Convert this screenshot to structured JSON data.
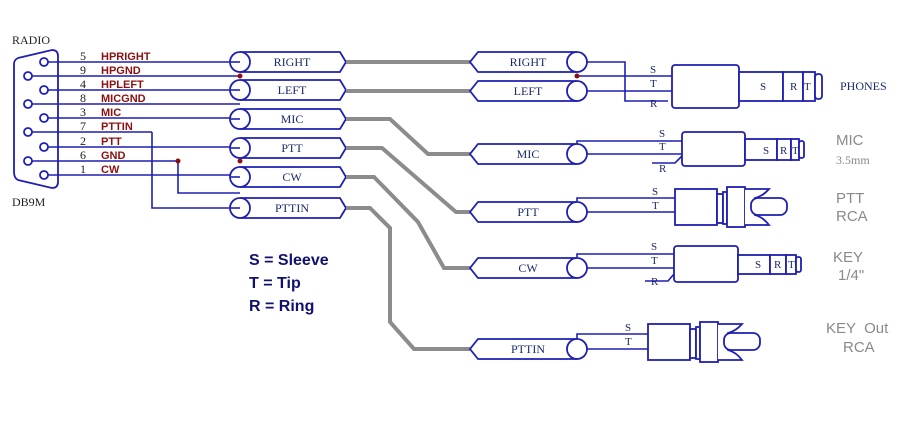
{
  "diagram": {
    "title_label": "RADIO",
    "connector_label": "DB9M",
    "colors": {
      "wire": "#1f1fb4",
      "cable": "#8c8c8c",
      "pin_label": "#8b1010",
      "junction": "#8b1010",
      "legend": "#101070",
      "device_label": "#8a8a8a"
    },
    "pins": [
      {
        "num": "5",
        "name": "HPRIGHT"
      },
      {
        "num": "9",
        "name": "HPGND"
      },
      {
        "num": "4",
        "name": "HPLEFT"
      },
      {
        "num": "8",
        "name": "MICGND"
      },
      {
        "num": "3",
        "name": "MIC"
      },
      {
        "num": "7",
        "name": "PTTIN"
      },
      {
        "num": "2",
        "name": "PTT"
      },
      {
        "num": "6",
        "name": "GND"
      },
      {
        "num": "1",
        "name": "CW"
      }
    ],
    "left_connectors": [
      "RIGHT",
      "LEFT",
      "MIC",
      "PTT",
      "CW",
      "PTTIN"
    ],
    "right_connectors": [
      "RIGHT",
      "LEFT",
      "MIC",
      "PTT",
      "CW",
      "PTTIN"
    ],
    "contact_labels": {
      "s": "S",
      "t": "T",
      "r": "R"
    },
    "devices": {
      "phones": {
        "line1": "PHONES"
      },
      "mic": {
        "line1": "MIC",
        "line2": "3.5mm"
      },
      "ptt": {
        "line1": "PTT",
        "line2": "RCA"
      },
      "key": {
        "line1": "KEY",
        "line2": "1/4\""
      },
      "keyout": {
        "line1": "KEY  Out",
        "line2": "RCA"
      }
    },
    "legend": [
      "S = Sleeve",
      "T = Tip",
      "R = Ring"
    ]
  }
}
